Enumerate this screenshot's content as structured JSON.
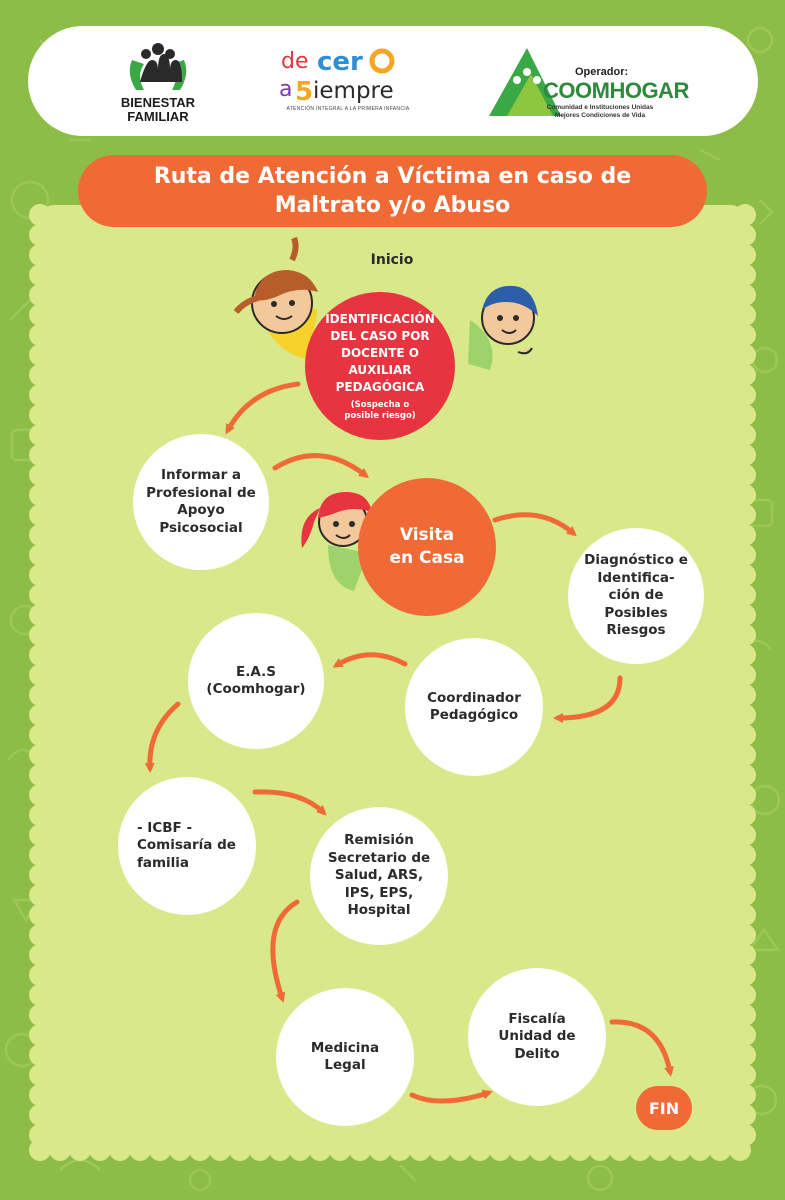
{
  "header": {
    "logos": {
      "icbf": {
        "line1": "BIENESTAR",
        "line2": "FAMILIAR",
        "icon": "family-hands-icon",
        "color": "#3aa845"
      },
      "decero": {
        "line1": "de cero",
        "line2": "a siempre",
        "tagline": "ATENCIÓN INTEGRAL A LA PRIMERA INFANCIA"
      },
      "coomhogar": {
        "operador": "Operador:",
        "brand": "COOMHOGAR",
        "sub1": "Comunidad e Instituciones Unidas",
        "sub2": "Mejores Condiciones de Vida",
        "color": "#2e8a3a"
      }
    }
  },
  "title": "Ruta de Atención a Víctima en caso de Maltrato y/o Abuso",
  "colors": {
    "background": "#8dbd47",
    "panel": "#d9e88a",
    "accent": "#f06a37",
    "start": "#e63440",
    "node": "#ffffff"
  },
  "flow": {
    "start_label": "Inicio",
    "nodes": {
      "identificacion": {
        "title": "IDENTIFICACIÓN DEL CASO POR DOCENTE O AUXILIAR PEDAGÓGICA",
        "subtitle": "(Sospecha o posible riesgo)"
      },
      "informar": "Informar a Profesional de Apoyo Psicosocial",
      "visita": "Visita en Casa",
      "diagnostico": "Diagnóstico e Identifica- ción de Posibles Riesgos",
      "coordinador": "Coordinador Pedagógico",
      "eas": "E.A.S (Coomhogar)",
      "icbf": "- ICBF - Comisaría de familia",
      "remision": "Remisión Secretario de Salud, ARS, IPS, EPS, Hospital",
      "medicina": "Medicina Legal",
      "fiscalia": "Fiscalía Unidad de Delito"
    },
    "end_label": "FIN"
  }
}
